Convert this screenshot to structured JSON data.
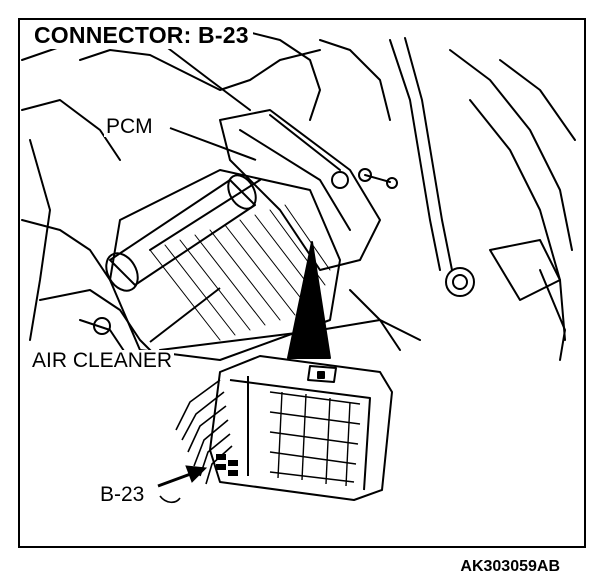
{
  "title": "CONNECTOR: B-23",
  "labels": {
    "pcm": "PCM",
    "air_cleaner": "AIR CLEANER",
    "connector": "B-23"
  },
  "reference_code": "AK303059AB"
}
